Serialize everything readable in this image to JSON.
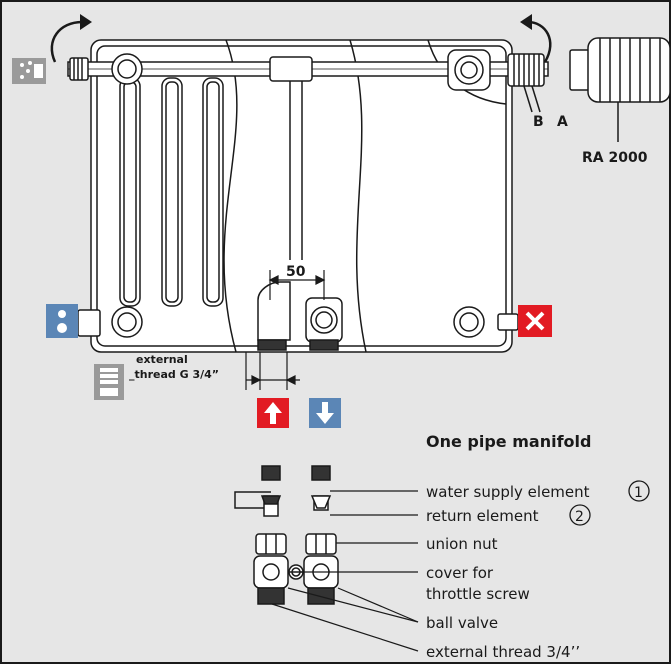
{
  "colors": {
    "background": "#e6e6e6",
    "frame": "#1a1a1a",
    "supply_red": "#e21b23",
    "return_blue": "#5b86b6",
    "icon_grey": "#9a9a9a"
  },
  "labels": {
    "valve_b": "B",
    "valve_a": "A",
    "ra2000": "RA 2000",
    "dimension": "50",
    "external_thread_line1": "external",
    "external_thread_line2": "_thread G 3/4”",
    "title": "One pipe manifold",
    "water_supply": "water supply element",
    "water_supply_num": "1",
    "return_element": "return element",
    "return_num": "2",
    "union_nut": "union nut",
    "cover_line1": "cover for",
    "cover_line2": "throttle screw",
    "ball_valve": "ball valve",
    "external_thread": "external thread 3/4’’"
  },
  "icons": {
    "top_left": "air-vent-icon",
    "left_mid": "drain-icon",
    "right_mid": "blind-plug-icon",
    "bottom_left": "thread-adapter-icon",
    "supply": "arrow-up-icon",
    "return": "arrow-down-icon"
  }
}
